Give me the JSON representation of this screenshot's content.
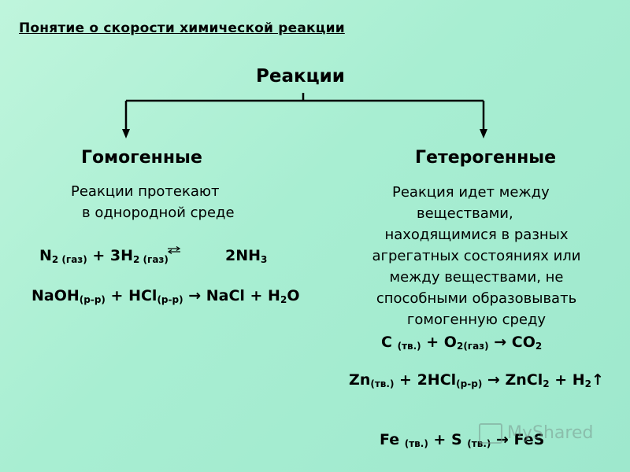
{
  "slide": {
    "title": "Понятие о скорости химической реакции",
    "root": "Реакции",
    "left": {
      "heading": "Гомогенные",
      "description_line1": "Реакции протекают",
      "description_line2": "в однородной среде",
      "eq1": {
        "n": "N",
        "n_sub": "2 (газ)",
        "plus_h": " + 3H",
        "h_sub": "2 (газ)",
        "product": "2NH",
        "product_sub": "3"
      },
      "eq2": {
        "naoh": "NaOH",
        "naoh_sub": "(р-р)",
        "plus_hcl": " + HCl",
        "hcl_sub": "(р-р)",
        "arrow_products": " → NaCl + H",
        "h2o_sub": "2",
        "o": "O"
      }
    },
    "right": {
      "heading": "Гетерогенные",
      "description": [
        "Реакция идет между",
        "веществами,",
        "находящимися в разных",
        "агрегатных состояниях или",
        "между веществами, не",
        "способными образовывать",
        "гомогенную среду"
      ],
      "eq1": {
        "c": "C",
        "c_sub": "(тв.)",
        "plus_o": " + O",
        "o_sub": "2(газ)",
        "arrow_co": " → CO",
        "co_sub": "2"
      },
      "eq2": {
        "zn": "Zn",
        "zn_sub": "(тв.)",
        "plus_hcl": " + 2HCl",
        "hcl_sub": "(р-р)",
        "arrow_zncl": " → ZnCl",
        "zncl_sub": "2",
        "plus_h": " + H",
        "h_sub": "2",
        "gas_arrow": "↑"
      },
      "eq3": {
        "fe": "Fe",
        "fe_sub": "(тв.)",
        "plus_s": " + S",
        "s_sub": "(тв.)",
        "arrow_fes": " → FeS"
      }
    },
    "watermark": "MyShared"
  },
  "colors": {
    "background": "#a8eed2",
    "text": "#000000"
  }
}
